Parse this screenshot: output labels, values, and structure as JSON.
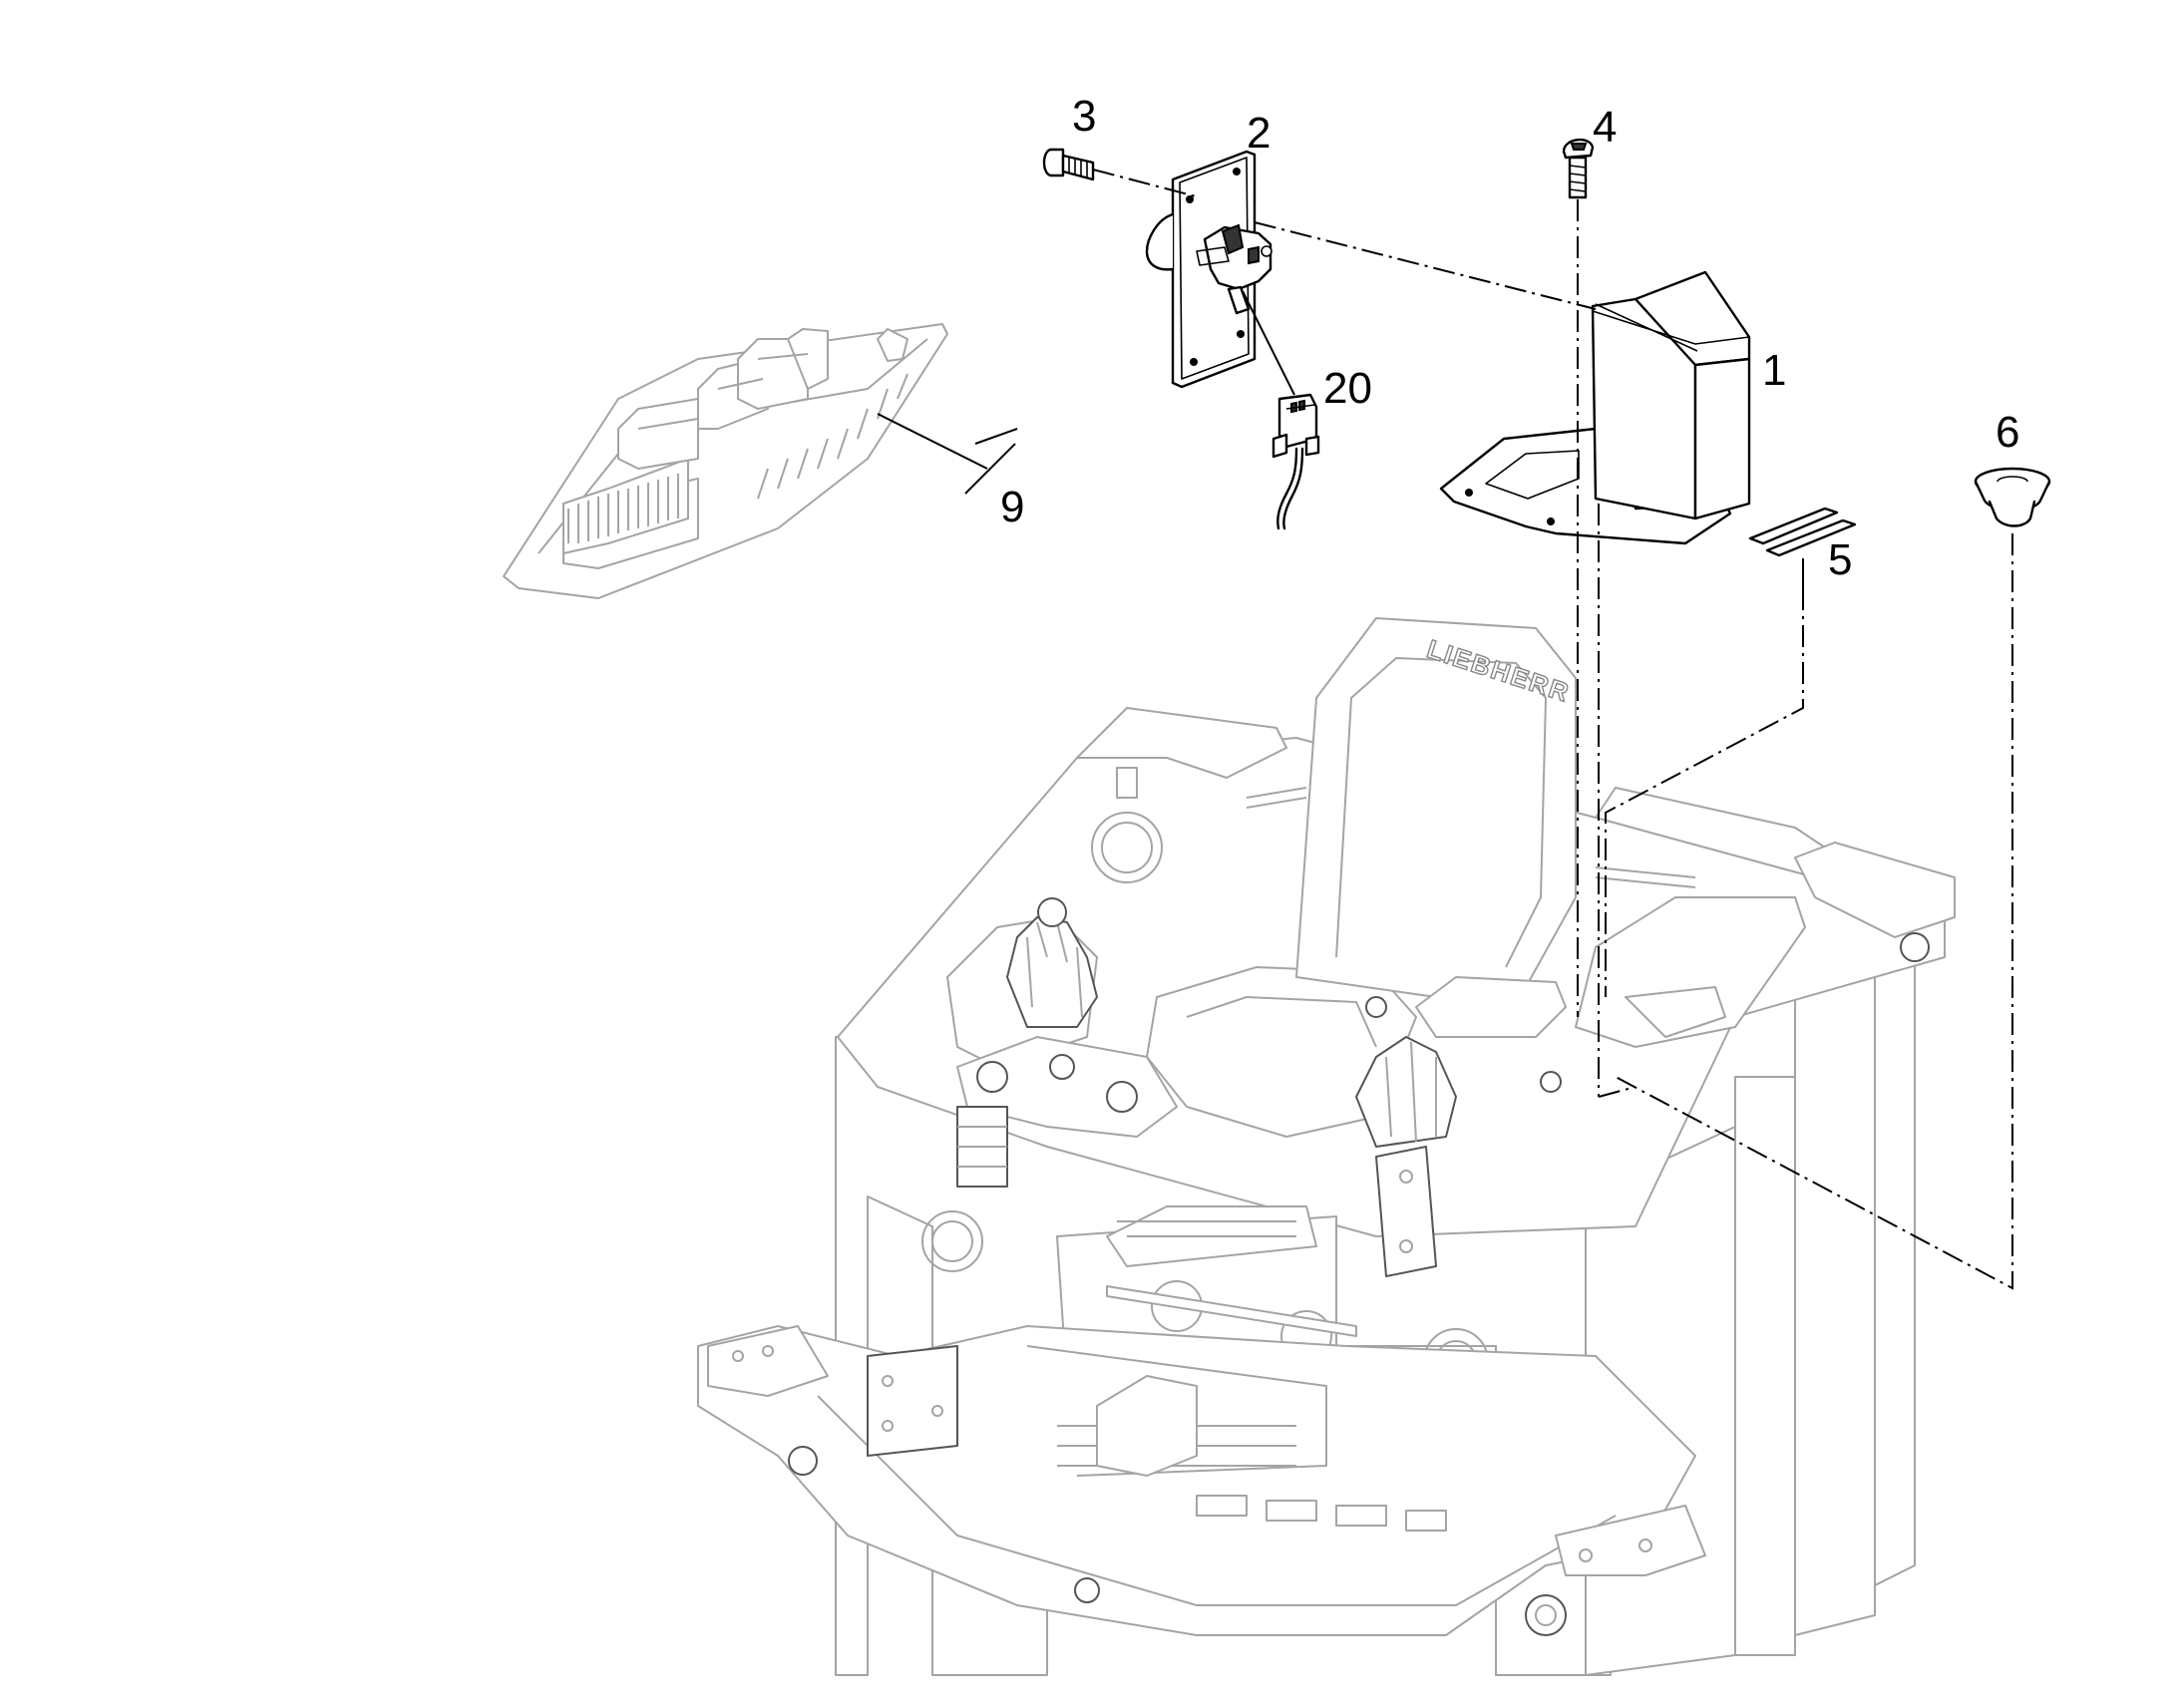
{
  "diagram": {
    "callouts": [
      {
        "id": "c1",
        "label": "1"
      },
      {
        "id": "c2",
        "label": "2"
      },
      {
        "id": "c3",
        "label": "3"
      },
      {
        "id": "c4",
        "label": "4"
      },
      {
        "id": "c5",
        "label": "5"
      },
      {
        "id": "c6",
        "label": "6"
      },
      {
        "id": "c9",
        "label": "9"
      },
      {
        "id": "c20",
        "label": "20"
      }
    ],
    "seat_brand": "LIEBHERR"
  }
}
